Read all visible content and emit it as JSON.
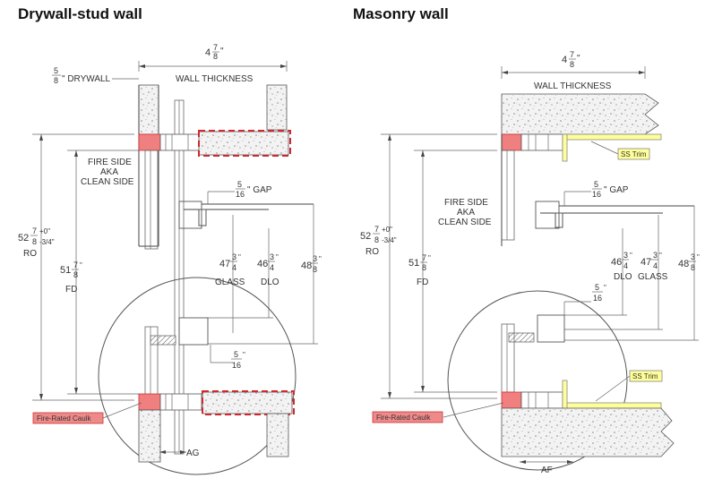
{
  "titles": {
    "left": "Drywall-stud wall",
    "right": "Masonry wall"
  },
  "left": {
    "drywall": {
      "num": "5",
      "den": "8",
      "suffix": "\" DRYWALL"
    },
    "wall_thickness": {
      "whole": "4",
      "num": "7",
      "den": "8",
      "suffix": "\"",
      "label": "WALL THICKNESS"
    },
    "fire_side": [
      "FIRE SIDE",
      "AKA",
      "CLEAN SIDE"
    ],
    "gap_top": {
      "num": "5",
      "den": "16",
      "suffix": "\" GAP"
    },
    "ro": {
      "whole": "52",
      "num": "7",
      "den": "8",
      "plus": "+0\"",
      "minus": "-3/4\"",
      "label": "RO"
    },
    "fd": {
      "whole": "51",
      "num": "7",
      "den": "8",
      "suffix": "\"",
      "label": "FD"
    },
    "glass": {
      "whole": "47",
      "num": "3",
      "den": "4",
      "suffix": "\"",
      "label": "GLASS"
    },
    "dlo": {
      "whole": "46",
      "num": "3",
      "den": "4",
      "suffix": "\"",
      "label": "DLO"
    },
    "h48": {
      "whole": "48",
      "num": "3",
      "den": "8",
      "suffix": "\""
    },
    "gap_bottom": {
      "num": "5",
      "den": "16",
      "suffix": "\""
    },
    "caulk": "Fire-Rated Caulk",
    "ag": "AG"
  },
  "right": {
    "wall_thickness": {
      "whole": "4",
      "num": "7",
      "den": "8",
      "suffix": "\"",
      "label": "WALL THICKNESS"
    },
    "ss_trim_top": "SS Trim",
    "fire_side": [
      "FIRE SIDE",
      "AKA",
      "CLEAN SIDE"
    ],
    "gap_top": {
      "num": "5",
      "den": "16",
      "suffix": "\" GAP"
    },
    "ro": {
      "whole": "52",
      "num": "7",
      "den": "8",
      "plus": "+0\"",
      "minus": "-3/4\"",
      "label": "RO"
    },
    "fd": {
      "whole": "51",
      "num": "7",
      "den": "8",
      "suffix": "\"",
      "label": "FD"
    },
    "dlo": {
      "whole": "46",
      "num": "3",
      "den": "4",
      "suffix": "\"",
      "label": "DLO"
    },
    "glass": {
      "whole": "47",
      "num": "3",
      "den": "4",
      "suffix": "\"",
      "label": "GLASS"
    },
    "h48": {
      "whole": "48",
      "num": "3",
      "den": "8",
      "suffix": "\""
    },
    "gap_mid": {
      "num": "5",
      "den": "16",
      "suffix": "\""
    },
    "ss_trim_bottom": "SS Trim",
    "caulk": "Fire-Rated Caulk",
    "af": "AF"
  }
}
